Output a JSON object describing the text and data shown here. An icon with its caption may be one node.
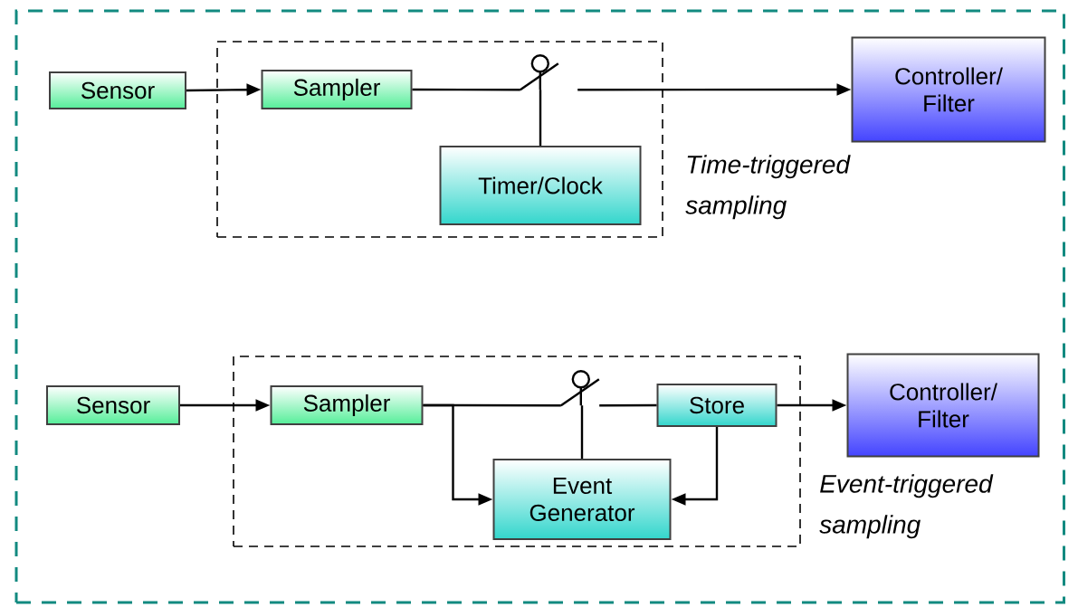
{
  "diagram": {
    "nodes": [
      {
        "text": [],
        "shape": "box"
      },
      {
        "text": [
          "Sensor"
        ],
        "in": 0
      },
      {
        "text": [],
        "shape": "box",
        "in": 0,
        "beside": [
          "Time-triggered sampling"
        ]
      },
      {
        "text": [
          "Sampler"
        ],
        "in": 2
      },
      {
        "text": [],
        "shape": "switch",
        "in": 2
      },
      {
        "text": [
          "Timer/Clock"
        ],
        "in": 2
      },
      {
        "text": [
          "Controller/ Filter"
        ],
        "in": 0
      },
      {
        "text": [
          "Sensor"
        ],
        "in": 0
      },
      {
        "text": [],
        "shape": "box",
        "in": 0,
        "beside": [
          "Event-triggered sampling"
        ]
      },
      {
        "text": [
          "Sampler"
        ],
        "in": 8
      },
      {
        "text": [],
        "shape": "switch",
        "in": 8
      },
      {
        "text": [
          "Store"
        ],
        "in": 8
      },
      {
        "text": [
          "Event Generator"
        ],
        "in": 8
      },
      {
        "text": [
          "Controller/ Filter"
        ],
        "in": 0
      }
    ],
    "edges": [
      {
        "from": 1,
        "to": 3,
        "arrow": "to"
      },
      {
        "from": 3,
        "to": 4,
        "arrow": "none"
      },
      {
        "from": 5,
        "to": 4,
        "arrow": "none"
      },
      {
        "from": 4,
        "to": 6,
        "arrow": "to"
      },
      {
        "from": 7,
        "to": 9,
        "arrow": "to"
      },
      {
        "from": 9,
        "to": 10,
        "arrow": "none"
      },
      {
        "from": 9,
        "to": 12,
        "arrow": "to"
      },
      {
        "from": 12,
        "to": 10,
        "arrow": "none"
      },
      {
        "from": 10,
        "to": 11,
        "arrow": "none"
      },
      {
        "from": 11,
        "to": 13,
        "arrow": "to"
      },
      {
        "from": 11,
        "to": 12,
        "arrow": "to"
      }
    ]
  }
}
